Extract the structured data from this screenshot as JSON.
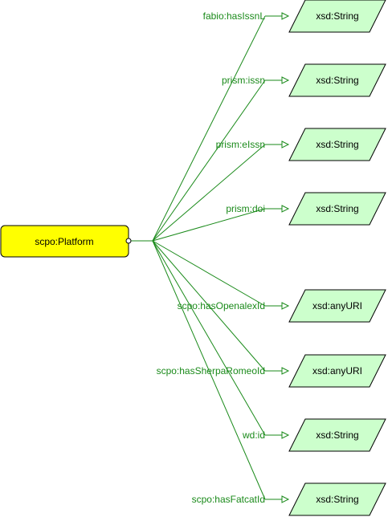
{
  "class_node": {
    "label": "scpo:Platform",
    "fill": "#ffff00"
  },
  "colors": {
    "edge": "#1a8a1a",
    "datatype_fill": "#ccffcc",
    "stroke": "#000000"
  },
  "properties": [
    {
      "label": "fabio:hasIssnL",
      "range": "xsd:String"
    },
    {
      "label": "prism:issn",
      "range": "xsd:String"
    },
    {
      "label": "prism:eIssn",
      "range": "xsd:String"
    },
    {
      "label": "prism:doi",
      "range": "xsd:String"
    },
    {
      "label": "scpo:hasOpenalexId",
      "range": "xsd:anyURI"
    },
    {
      "label": "scpo:hasSherpaRomeoId",
      "range": "xsd:anyURI"
    },
    {
      "label": "wd:id",
      "range": "xsd:String"
    },
    {
      "label": "scpo:hasFatcatId",
      "range": "xsd:String"
    }
  ]
}
